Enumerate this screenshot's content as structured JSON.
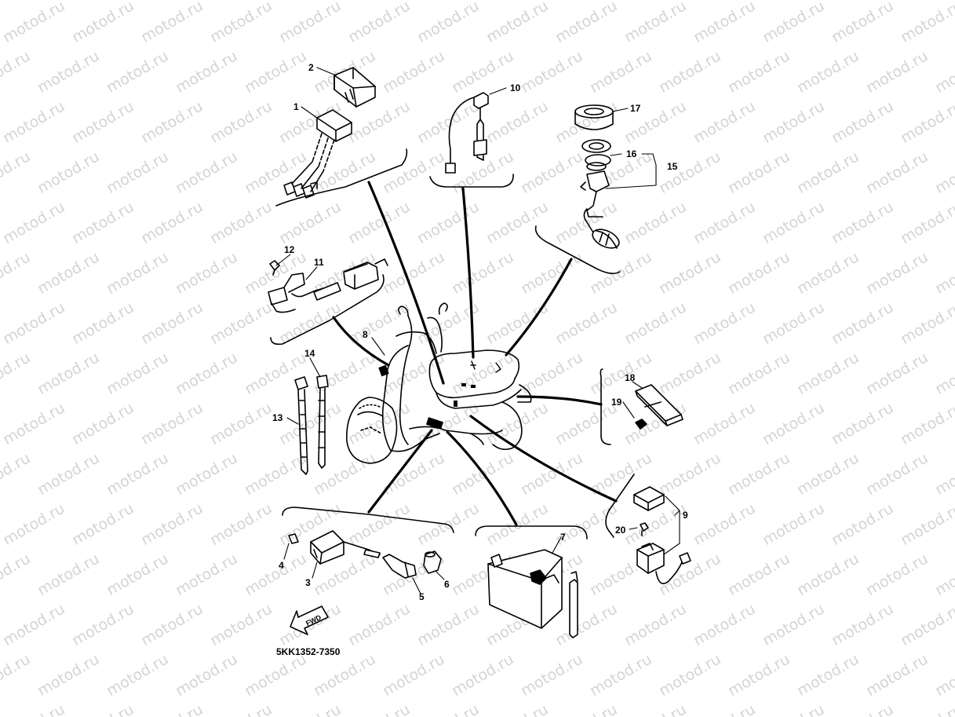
{
  "watermark": {
    "text": "motod.ru",
    "color": "#d4d4d4"
  },
  "diagram": {
    "part_code": "5KK1352-7350",
    "fwd_label": "FWD",
    "callouts": {
      "c1": "1",
      "c2": "2",
      "c3": "3",
      "c4": "4",
      "c5": "5",
      "c6": "6",
      "c7": "7",
      "c8": "8",
      "c9": "9",
      "c10": "10",
      "c11": "11",
      "c12": "12",
      "c13": "13",
      "c14": "14",
      "c15": "15",
      "c16": "16",
      "c17": "17",
      "c18": "18",
      "c19": "19",
      "c20": "20"
    }
  }
}
